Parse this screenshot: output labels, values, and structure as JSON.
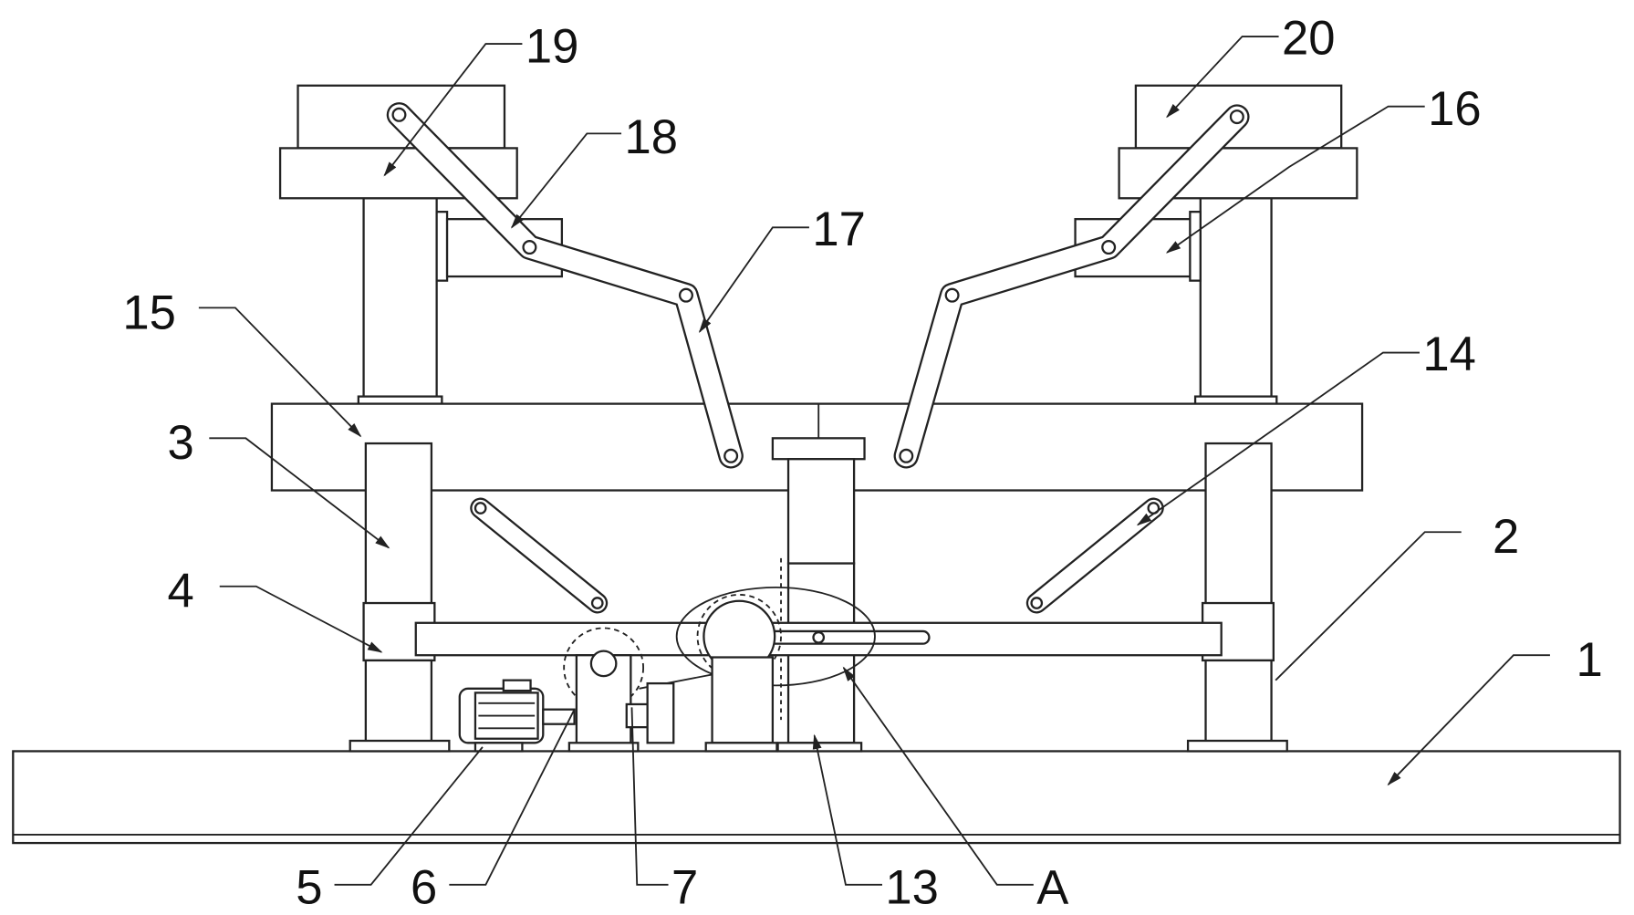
{
  "figure": {
    "labels": {
      "l1": "1",
      "l2": "2",
      "l3": "3",
      "l4": "4",
      "l5": "5",
      "l6": "6",
      "l7": "7",
      "l13": "13",
      "l14": "14",
      "l15": "15",
      "l16": "16",
      "l17": "17",
      "l18": "18",
      "l19": "19",
      "l20": "20",
      "lA": "A"
    },
    "line_color": "#222222",
    "background": "#ffffff"
  }
}
